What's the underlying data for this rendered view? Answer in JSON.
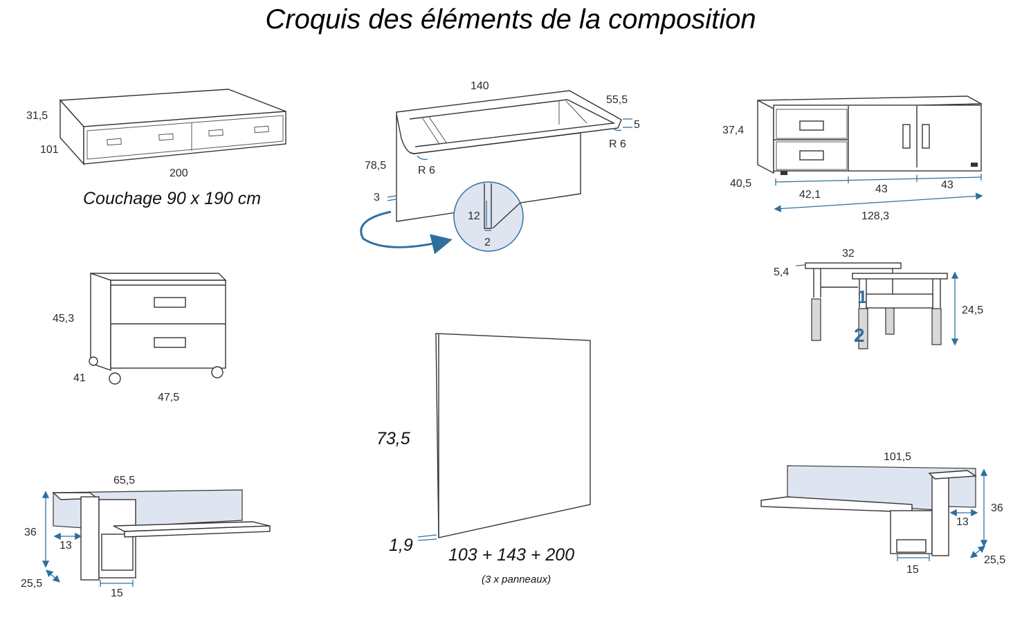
{
  "title": "Croquis des éléments de la composition",
  "colors": {
    "accent": "#2f6f9e",
    "panel": "#dfe5f0",
    "stroke": "#333333"
  },
  "bed": {
    "dim_height": "31,5",
    "dim_depth": "101",
    "dim_width": "200",
    "caption": "Couchage 90 x 190 cm"
  },
  "desk": {
    "dim_width": "140",
    "dim_depth": "55,5",
    "dim_top": "5",
    "radius_right": "R 6",
    "radius_left": "R 6",
    "dim_height": "78,5",
    "dim_panel": "3",
    "detail_height": "12",
    "detail_width": "2"
  },
  "sideboard": {
    "dim_height": "37,4",
    "dim_depth": "40,5",
    "seg_1": "42,1",
    "seg_2": "43",
    "seg_3": "43",
    "dim_total": "128,3"
  },
  "caisson": {
    "dim_height": "45,3",
    "dim_depth": "41",
    "dim_width": "47,5"
  },
  "table": {
    "dim_width": "32",
    "dim_top": "5,4",
    "dim_height": "24,5",
    "label_1": "1",
    "label_2": "2"
  },
  "wall_panel": {
    "dim_height": "73,5",
    "dim_thickness": "1,9",
    "dim_widths": "103 + 143 + 200",
    "note": "(3 x panneaux)"
  },
  "shelf_left": {
    "dim_width": "65,5",
    "dim_height": "36",
    "dim_13": "13",
    "dim_depth": "25,5",
    "dim_15": "15"
  },
  "shelf_right": {
    "dim_width": "101,5",
    "dim_height": "36",
    "dim_13": "13",
    "dim_depth": "25,5",
    "dim_15": "15"
  }
}
